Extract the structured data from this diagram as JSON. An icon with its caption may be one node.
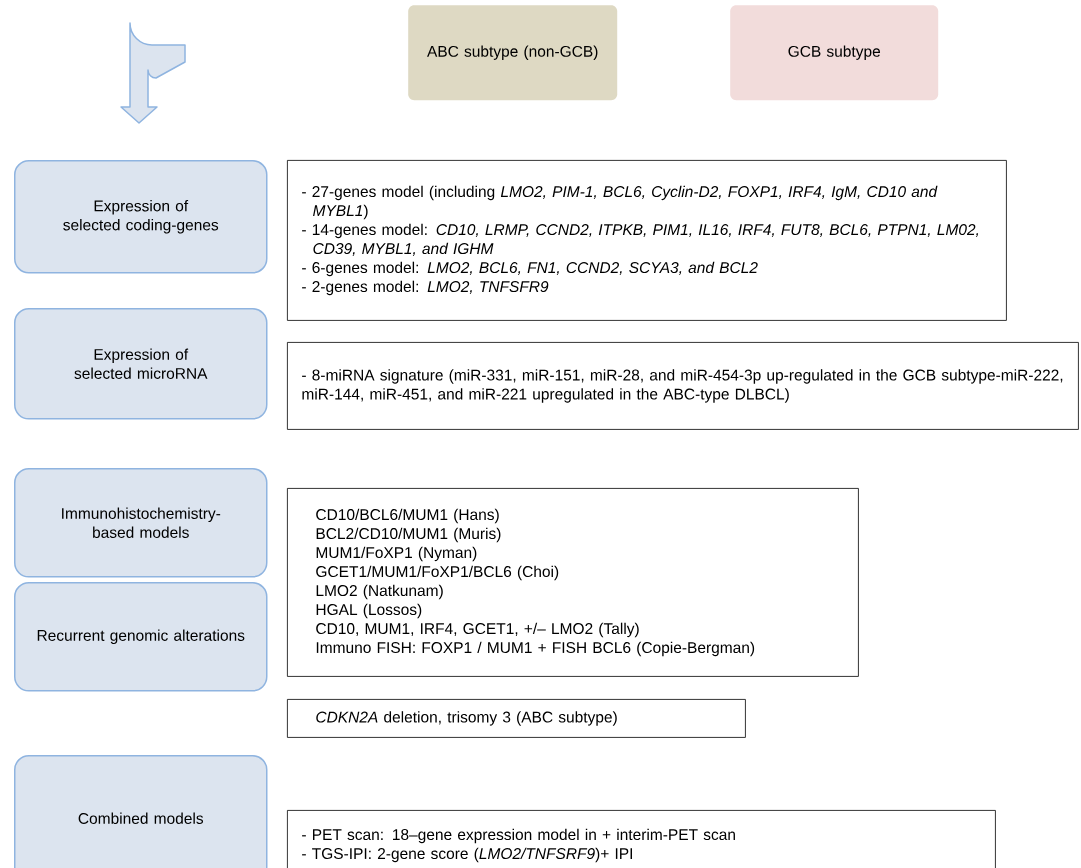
{
  "diagram": {
    "nodes": [
      {
        "text": [
          "ABC subtype (non-GCB)"
        ]
      },
      {
        "text": [
          "GCB subtype"
        ]
      },
      {
        "text": [
          "Expression of selected coding-genes"
        ]
      },
      {
        "text": [
          "- 27-genes model (including *LMO2, PIM-1, BCL6, Cyclin-D2, FOXP1, IRF4, IgM, CD10 and MYBL1*)",
          "- 14-genes model: *CD10, LRMP, CCND2, ITPKB, PIM1, IL16, IRF4, FUT8, BCL6, PTPN1, LM02, CD39, MYBL1, and IGHM*",
          "- 6-genes model: *LMO2, BCL6, FN1, CCND2, SCYA3, and BCL2*",
          "- 2-genes model: *LMO2, TNFSFR9*"
        ]
      },
      {
        "text": [
          "Expression of selected microRNA"
        ]
      },
      {
        "text": [
          "- 8-miRNA signature (miR-331, miR-151, miR-28, and miR-454-3p up-regulated in the GCB subtype-miR-222, miR-144, miR-451, and miR-221 upregulated in the ABC-type DLBCL)"
        ]
      },
      {
        "text": [
          "Immunohistochemistry-based models"
        ]
      },
      {
        "text": [
          "CD10/BCL6/MUM1 (Hans)",
          "BCL2/CD10/MUM1 (Muris)",
          "MUM1/FoXP1 (Nyman)",
          "GCET1/MUM1/FoXP1/BCL6 (Choi)",
          "LMO2 (Natkunam)",
          "HGAL (Lossos)",
          "CD10, MUM1, IRF4, GCET1, +/– LMO2 (Tally)",
          "Immuno FISH: FOXP1 / MUM1 + FISH BCL6 (Copie-Bergman)"
        ]
      },
      {
        "text": [
          "Recurrent genomic alterations"
        ]
      },
      {
        "text": [
          "*CDKN2A* deletion, trisomy 3 (ABC subtype)"
        ]
      },
      {
        "text": [
          "Combined models"
        ]
      },
      {
        "text": [
          "- PET scan: 18–gene expression model in + interim-PET  scan",
          "- TGS-IPI: 2-gene score (*LMO2/TNFSRF9*)+ IPI"
        ]
      }
    ]
  }
}
